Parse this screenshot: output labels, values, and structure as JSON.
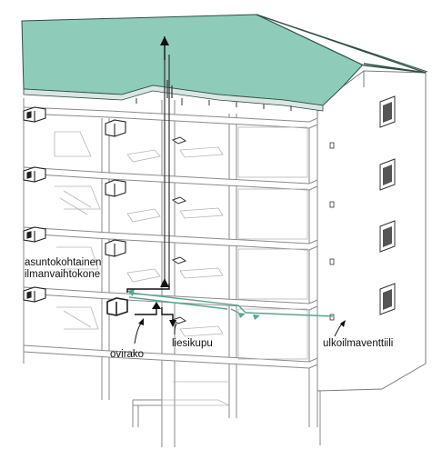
{
  "colors": {
    "roof": "#8fcbb9",
    "roof_edge": "#2f4f45",
    "airflow": "#5aa591",
    "line": "#7a7a7a",
    "dark_line": "#222222",
    "wall": "#ffffff"
  },
  "icons": {
    "unit_box": "ventilation-unit-icon",
    "hood": "cooker-hood-icon",
    "window": "window-icon",
    "arrow": "airflow-arrow-icon"
  },
  "labels": {
    "unit_line1": "asuntokohtainen",
    "unit_line2": "ilmanvaihtokone",
    "door": "ovirako",
    "hood": "liesikupu",
    "vent": "ulkoilmaventtiili"
  }
}
